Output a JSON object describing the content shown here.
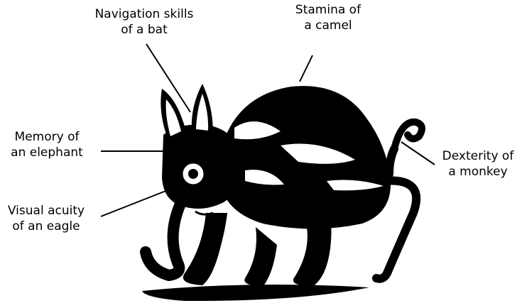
{
  "labels": {
    "navigation": [
      "Navigation skills",
      "of a bat"
    ],
    "stamina": [
      "Stamina of",
      "a camel"
    ],
    "memory": [
      "Memory of",
      "an elephant"
    ],
    "visual": [
      "Visual acuity",
      "of an eagle"
    ],
    "dexterity": [
      "Dexterity of",
      "a monkey"
    ]
  },
  "colors": {
    "ink": "#000000",
    "paper": "#ffffff"
  },
  "icons": {
    "creature": "hybrid-animal-illustration"
  }
}
